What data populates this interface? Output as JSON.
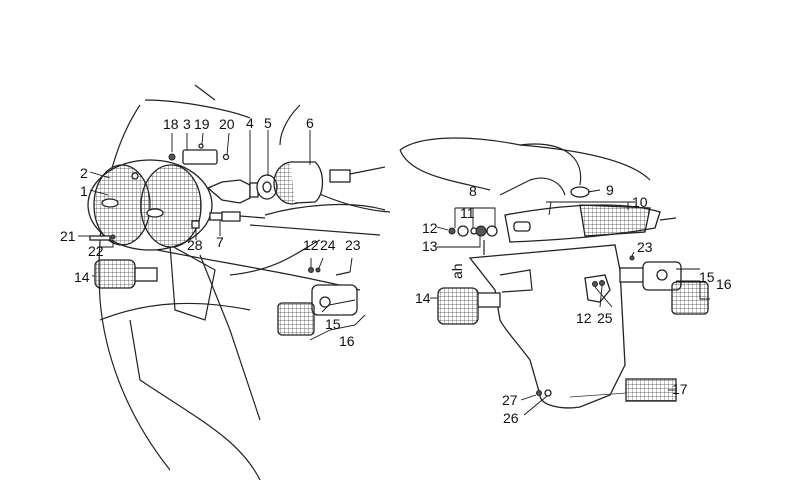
{
  "diagram": {
    "title": "Lights exploded view",
    "callouts_front": [
      "18",
      "3",
      "19",
      "20",
      "4",
      "5",
      "6",
      "2",
      "1",
      "21",
      "22",
      "7",
      "28",
      "14",
      "12",
      "24",
      "23",
      "15",
      "16"
    ],
    "callouts_rear": [
      "8",
      "9",
      "10",
      "11",
      "12",
      "13",
      "23",
      "15",
      "16",
      "14",
      "12",
      "25",
      "17",
      "27",
      "26"
    ],
    "stamp": "ah"
  }
}
